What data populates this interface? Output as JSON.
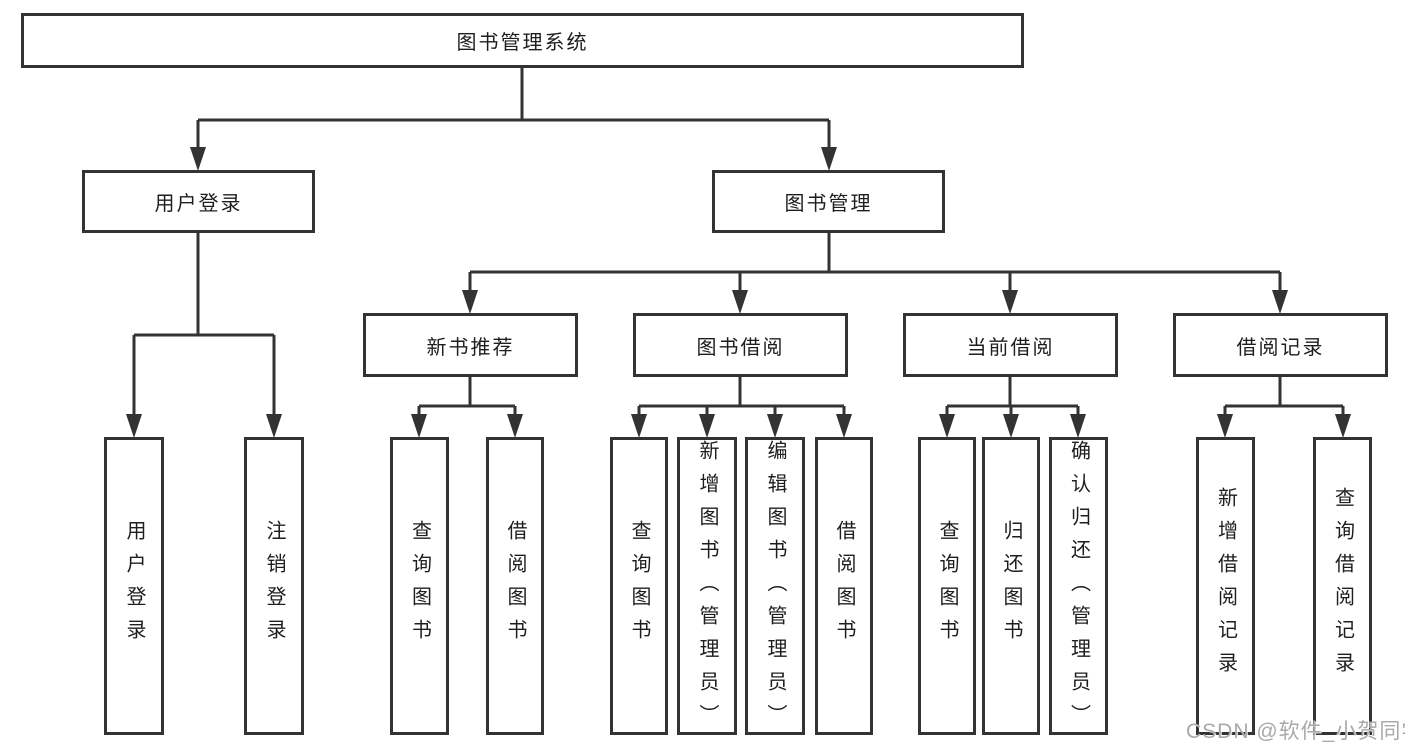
{
  "colors": {
    "background": "#ffffff",
    "line": "#333333",
    "text": "#1e1e1e",
    "watermark": "#a9a9a9"
  },
  "watermark": {
    "text": "CSDN @软件_小贺同学"
  },
  "tree": {
    "root": {
      "label": "图书管理系统",
      "children": [
        {
          "label": "用户登录",
          "children": [
            {
              "label": "用户登录"
            },
            {
              "label": "注销登录"
            }
          ]
        },
        {
          "label": "图书管理",
          "children": [
            {
              "label": "新书推荐",
              "children": [
                {
                  "label": "查询图书"
                },
                {
                  "label": "借阅图书"
                }
              ]
            },
            {
              "label": "图书借阅",
              "children": [
                {
                  "label": "查询图书"
                },
                {
                  "label": "新增图书（管理员）"
                },
                {
                  "label": "编辑图书（管理员）"
                },
                {
                  "label": "借阅图书"
                }
              ]
            },
            {
              "label": "当前借阅",
              "children": [
                {
                  "label": "查询图书"
                },
                {
                  "label": "归还图书"
                },
                {
                  "label": "确认归还（管理员）"
                }
              ]
            },
            {
              "label": "借阅记录",
              "children": [
                {
                  "label": "新增借阅记录"
                },
                {
                  "label": "查询借阅记录"
                }
              ]
            }
          ]
        }
      ]
    }
  }
}
